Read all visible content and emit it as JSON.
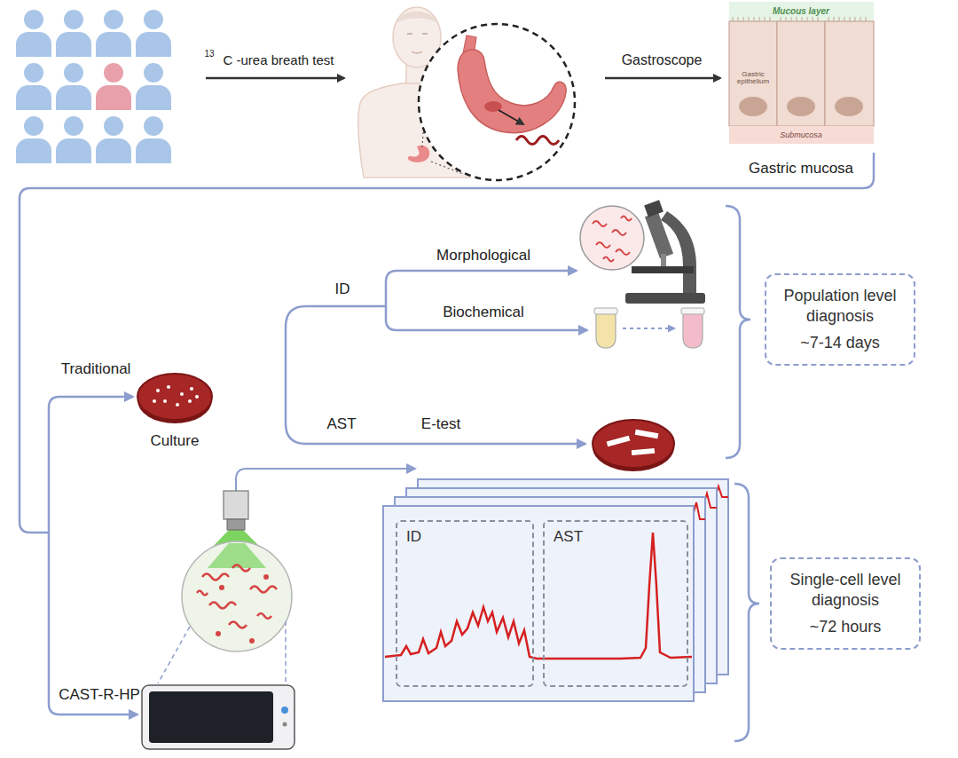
{
  "diagram": {
    "nodes": [
      {
        "text": [
          "Population level diagnosis",
          "~7-14 days"
        ]
      },
      {
        "text": [
          "ID"
        ]
      },
      {
        "text": [
          "AST"
        ]
      },
      {
        "text": [
          "Single-cell level diagnosis",
          "~72 hours"
        ]
      }
    ],
    "labels": [
      "13",
      "C -urea breath test",
      "Gastroscope",
      "Mucous layer",
      "Gastric epithelium",
      "Submucosa",
      "Gastric mucosa",
      "Traditional",
      "Culture",
      "ID",
      "Morphological",
      "Biochemical",
      "AST",
      "E-test",
      "CAST-R-HP"
    ]
  }
}
